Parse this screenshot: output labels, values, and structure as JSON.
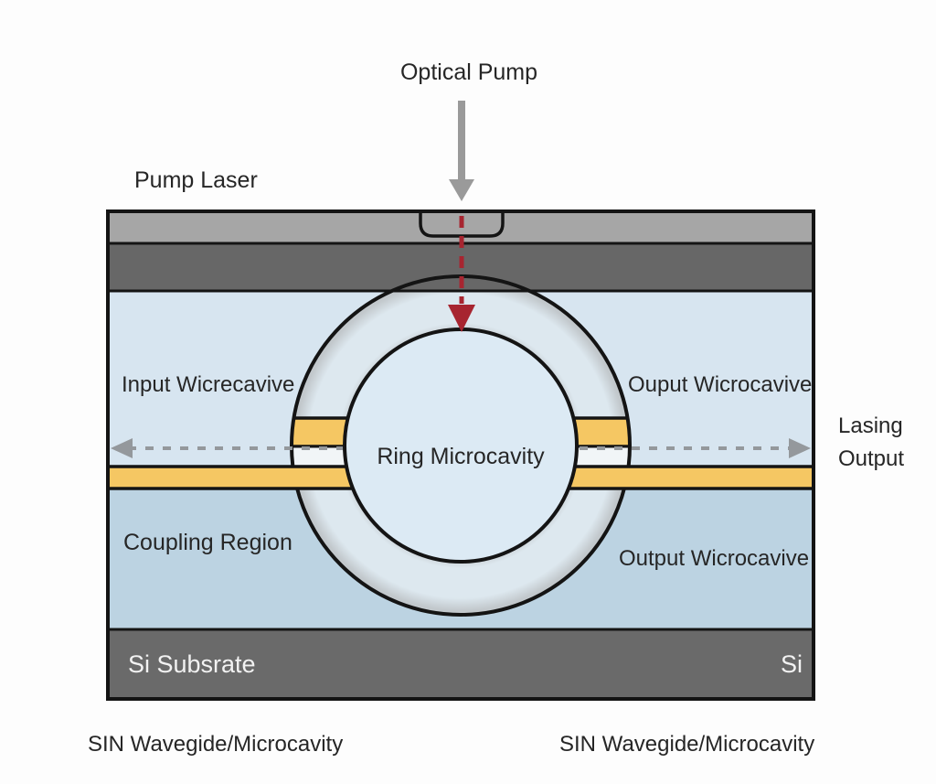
{
  "labels": {
    "optical_pump": "Optical Pump",
    "pump_laser": "Pump Laser",
    "input_waveguide": "Input Wicrecavive",
    "output_waveguide_upper": "Ouput Wicrocavive",
    "ring_microcavity": "Ring Microcavity",
    "coupling_region": "Coupling Region",
    "output_waveguide_lower": "Output Wicrocavive",
    "si_substrate": "Si Subsrate",
    "si_right": "Si",
    "lasing_output": "Lasing Output",
    "sin_waveguide_left": "SIN Wavegide/Microcavity",
    "sin_waveguide_right": "SIN Wavegide/Microcavity"
  },
  "colors": {
    "band-light": "#a6a6a6",
    "band-dark": "#676767",
    "blue-upper": "#d7e5f0",
    "blue-lower": "#bcd3e2",
    "si-band": "#6a6a6a",
    "waveguide-yellow": "#f5c763",
    "outline": "#141414",
    "annulus-pale": "#dde8ef",
    "annulus-silver": "#c2c8cc",
    "gap-white": "#f1f5f7",
    "ring-interior": "#dceaf4",
    "arrow-gray": "#9a9a9a",
    "dash-gray": "#94989c",
    "pump-red": "#a72530",
    "text-dark": "#262626",
    "text-light": "#f2f2f2"
  }
}
